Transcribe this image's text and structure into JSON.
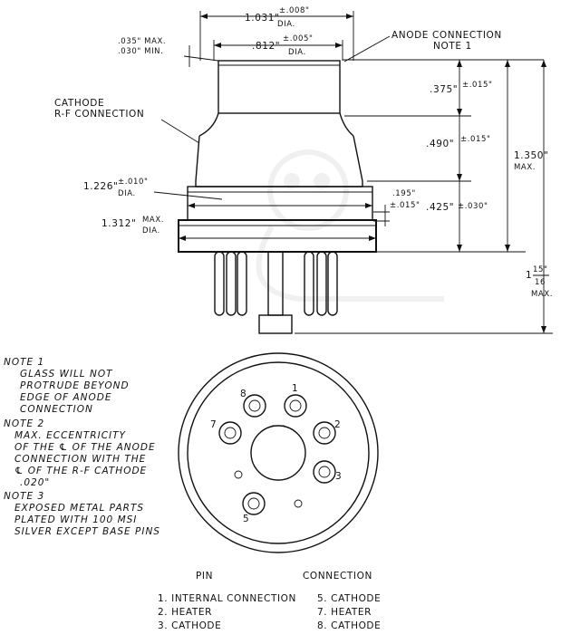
{
  "dims": {
    "top_od": "1.031\"",
    "top_od_tol": "±.008\"",
    "top_od_dia": "DIA.",
    "anode_id": ".812\"",
    "anode_id_tol": "±.005\"",
    "anode_id_dia": "DIA.",
    "lip_max": ".035\" MAX.",
    "lip_min": ".030\" MIN.",
    "d375": ".375\"",
    "d375_tol": "±.015\"",
    "d490": ".490\"",
    "d490_tol": "±.015\"",
    "d1350": "1.350\"",
    "d1350_max": "MAX.",
    "d195": ".195\"",
    "d195_tol": "±.015\"",
    "d425": ".425\"",
    "d425_tol": "±.030\"",
    "d1226": "1.226\"",
    "d1226_tol": "±.010\"",
    "d1226_dia": "DIA.",
    "d1312": "1.312\"",
    "d1312_max": "MAX.",
    "d1312_dia": "DIA.",
    "overall_whole": "1",
    "overall_num": "15\"",
    "overall_den": "16",
    "overall_max": "MAX."
  },
  "labels": {
    "anode_line1": "ANODE CONNECTION",
    "anode_line2": "NOTE 1",
    "cathode_line1": "CATHODE",
    "cathode_line2": "R-F CONNECTION"
  },
  "notes": {
    "n1_title": "NOTE 1",
    "n1_lines": [
      "GLASS WILL NOT",
      "PROTRUDE BEYOND",
      "EDGE OF ANODE",
      "CONNECTION"
    ],
    "n2_title": "NOTE 2",
    "n2_lines": [
      "MAX. ECCENTRICITY",
      "OF THE ℄ OF THE ANODE",
      "CONNECTION WITH THE",
      "℄ OF THE R-F CATHODE",
      ".020\""
    ],
    "n3_title": "NOTE 3",
    "n3_lines": [
      "EXPOSED METAL PARTS",
      "PLATED WITH 100 MSI",
      "SILVER EXCEPT BASE PINS"
    ]
  },
  "pins": {
    "p1": "1",
    "p2": "2",
    "p3": "3",
    "p5": "5",
    "p7": "7",
    "p8": "8"
  },
  "table": {
    "col_pin": "PIN",
    "col_conn": "CONNECTION",
    "left": [
      "1. INTERNAL CONNECTION",
      "2. HEATER",
      "3. CATHODE"
    ],
    "right": [
      "5. CATHODE",
      "7. HEATER",
      "8. CATHODE"
    ]
  }
}
